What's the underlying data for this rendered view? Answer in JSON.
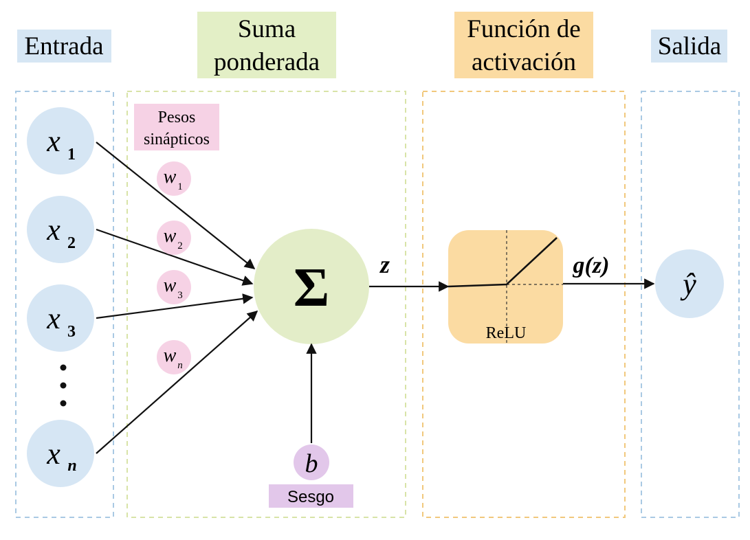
{
  "headers": {
    "input": "Entrada",
    "sum_line1": "Suma",
    "sum_line2": "ponderada",
    "act_line1": "Función de",
    "act_line2": "activación",
    "output": "Salida"
  },
  "inputs": [
    {
      "base": "x",
      "sub": "1"
    },
    {
      "base": "x",
      "sub": "2"
    },
    {
      "base": "x",
      "sub": "3"
    },
    {
      "base": "x",
      "sub": "n"
    }
  ],
  "weights_label_line1": "Pesos",
  "weights_label_line2": "sinápticos",
  "weights": [
    {
      "base": "w",
      "sub": "1"
    },
    {
      "base": "w",
      "sub": "2"
    },
    {
      "base": "w",
      "sub": "3"
    },
    {
      "base": "w",
      "sub": "n"
    }
  ],
  "sum_symbol": "Σ",
  "z_label": "z",
  "activation_name": "ReLU",
  "gz_label": "g(z)",
  "output_symbol": "ŷ",
  "bias_symbol": "b",
  "bias_label": "Sesgo",
  "colors": {
    "input_fill": "#d6e6f4",
    "sum_fill": "#e3edc8",
    "sum_header": "#e3efc6",
    "activation_fill": "#fbdba2",
    "weight_fill": "#f6d2e5",
    "bias_fill": "#e2c7ea",
    "input_border": "#a9c9e3",
    "sum_border": "#d8e3a7",
    "act_border": "#f1c87c"
  }
}
